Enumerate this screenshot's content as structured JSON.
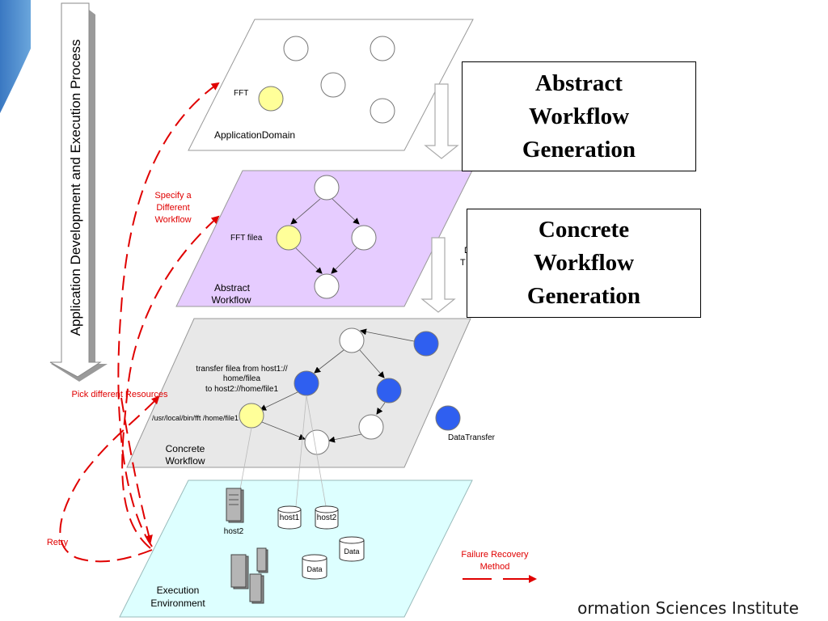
{
  "vertical_arrow_label": "Application Development and Execution Process",
  "boxes": {
    "abstract": "Abstract\nWorkflow\nGeneration",
    "concrete": "Concrete\nWorkflow\nGeneration"
  },
  "layers": {
    "application_domain": {
      "title": "ApplicationDomain",
      "node_label": "FFT"
    },
    "abstract_workflow": {
      "title_line1": "Abstract",
      "title_line2": "Workflow",
      "node_label": "FFT filea"
    },
    "concrete_workflow": {
      "title_line1": "Concrete",
      "title_line2": "Workflow",
      "transfer_line1": "transfer filea from host1://",
      "transfer_line2": "home/filea",
      "transfer_line3": "to host2://home/file1",
      "exec_label": "/usr/local/bin/fft /home/file1",
      "legend_label": "DataTransfer"
    },
    "execution_environment": {
      "title_line1": "Execution",
      "title_line2": "Environment",
      "server_label": "host2",
      "host1": "host1",
      "host2": "host2",
      "data1": "Data",
      "data2": "Data"
    }
  },
  "hidden_partial": {
    "line1": "D",
    "line2": "T"
  },
  "annotations": {
    "specify_line1": "Specify a",
    "specify_line2": "Different",
    "specify_line3": "Workflow",
    "pick_resources": "Pick different Resources",
    "retry": "Retry",
    "failure_line1": "Failure Recovery",
    "failure_line2": "Method"
  },
  "footer": "ormation Sciences Institute",
  "colors": {
    "red": "#e00000",
    "blue_node": "#2f5ff0",
    "yellow_node": "#ffff99",
    "abstract_plane": "#e6ccff",
    "concrete_plane": "#e8e8e8",
    "execution_plane": "#ddffff",
    "corner_blue": "#4f8fd0"
  }
}
